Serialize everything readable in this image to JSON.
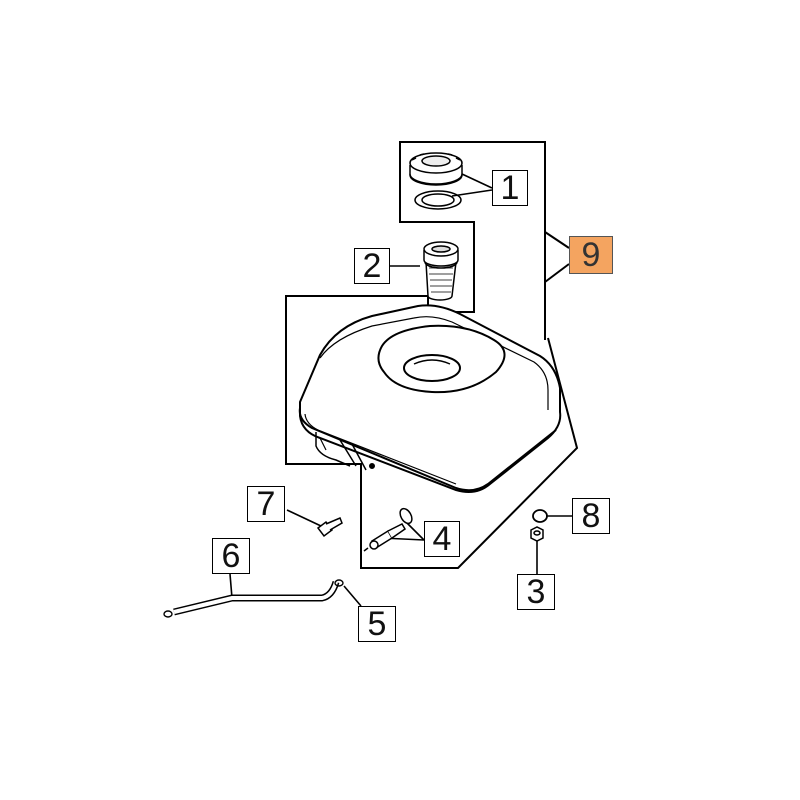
{
  "diagram": {
    "highlight_color": "#f4a460",
    "callouts": [
      {
        "id": "c1",
        "label": "1"
      },
      {
        "id": "c2",
        "label": "2"
      },
      {
        "id": "c3",
        "label": "3"
      },
      {
        "id": "c4",
        "label": "4"
      },
      {
        "id": "c5",
        "label": "5"
      },
      {
        "id": "c6",
        "label": "6"
      },
      {
        "id": "c7",
        "label": "7"
      },
      {
        "id": "c8",
        "label": "8"
      },
      {
        "id": "c9",
        "label": "9",
        "highlighted": true
      }
    ],
    "parts": [
      "fuel-cap-icon",
      "cap-gasket-icon",
      "filler-strainer-icon",
      "fuel-tank-icon",
      "fuel-valve-icon",
      "hose-clip-icon",
      "fuel-hose-icon",
      "tank-bolt-icon",
      "washer-icon",
      "nut-icon"
    ]
  }
}
